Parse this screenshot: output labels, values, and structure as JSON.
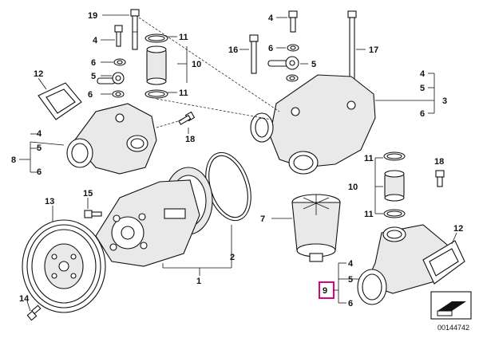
{
  "callouts": {
    "c19": "19",
    "c4a": "4",
    "c11a": "11",
    "c10a": "10",
    "c11b": "11",
    "c6a": "6",
    "c5a": "5",
    "c6b": "6",
    "c12a": "12",
    "c8": "8",
    "c4b": "4",
    "c5b": "5",
    "c6c": "6",
    "c18a": "18",
    "c4c": "4",
    "c5c": "5",
    "c6d": "6",
    "c16": "16",
    "c17": "17",
    "c4d": "4",
    "c5d": "5",
    "c3": "3",
    "c6e": "6",
    "c11c": "11",
    "c10b": "10",
    "c11d": "11",
    "c18b": "18",
    "c7": "7",
    "c12b": "12",
    "c9": "9",
    "c4e": "4",
    "c5e": "5",
    "c6f": "6",
    "c13": "13",
    "c15": "15",
    "c14": "14",
    "c2": "2",
    "c1": "1"
  },
  "highlight": {
    "part": "9",
    "color": "#e0007a"
  },
  "doc_id": "00144742"
}
